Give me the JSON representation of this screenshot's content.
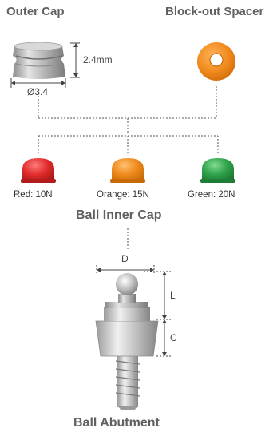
{
  "outer_cap": {
    "title": "Outer Cap",
    "height_label": "2.4mm",
    "diameter_label": "Ø3.4"
  },
  "spacer": {
    "title": "Block-out Spacer"
  },
  "inner_cap": {
    "title": "Ball Inner Cap",
    "variants": [
      {
        "label": "Red: 10N",
        "color": "#e02c2c"
      },
      {
        "label": "Orange: 15N",
        "color": "#ef8a1c"
      },
      {
        "label": "Green:  20N",
        "color": "#2fa24a"
      }
    ]
  },
  "abutment": {
    "title": "Ball Abutment",
    "d_label": "D",
    "l_label": "L",
    "c_label": "C"
  },
  "colors": {
    "title_text": "#606060",
    "dotted_line": "#555555",
    "spacer_orange": "#f08a1e"
  }
}
